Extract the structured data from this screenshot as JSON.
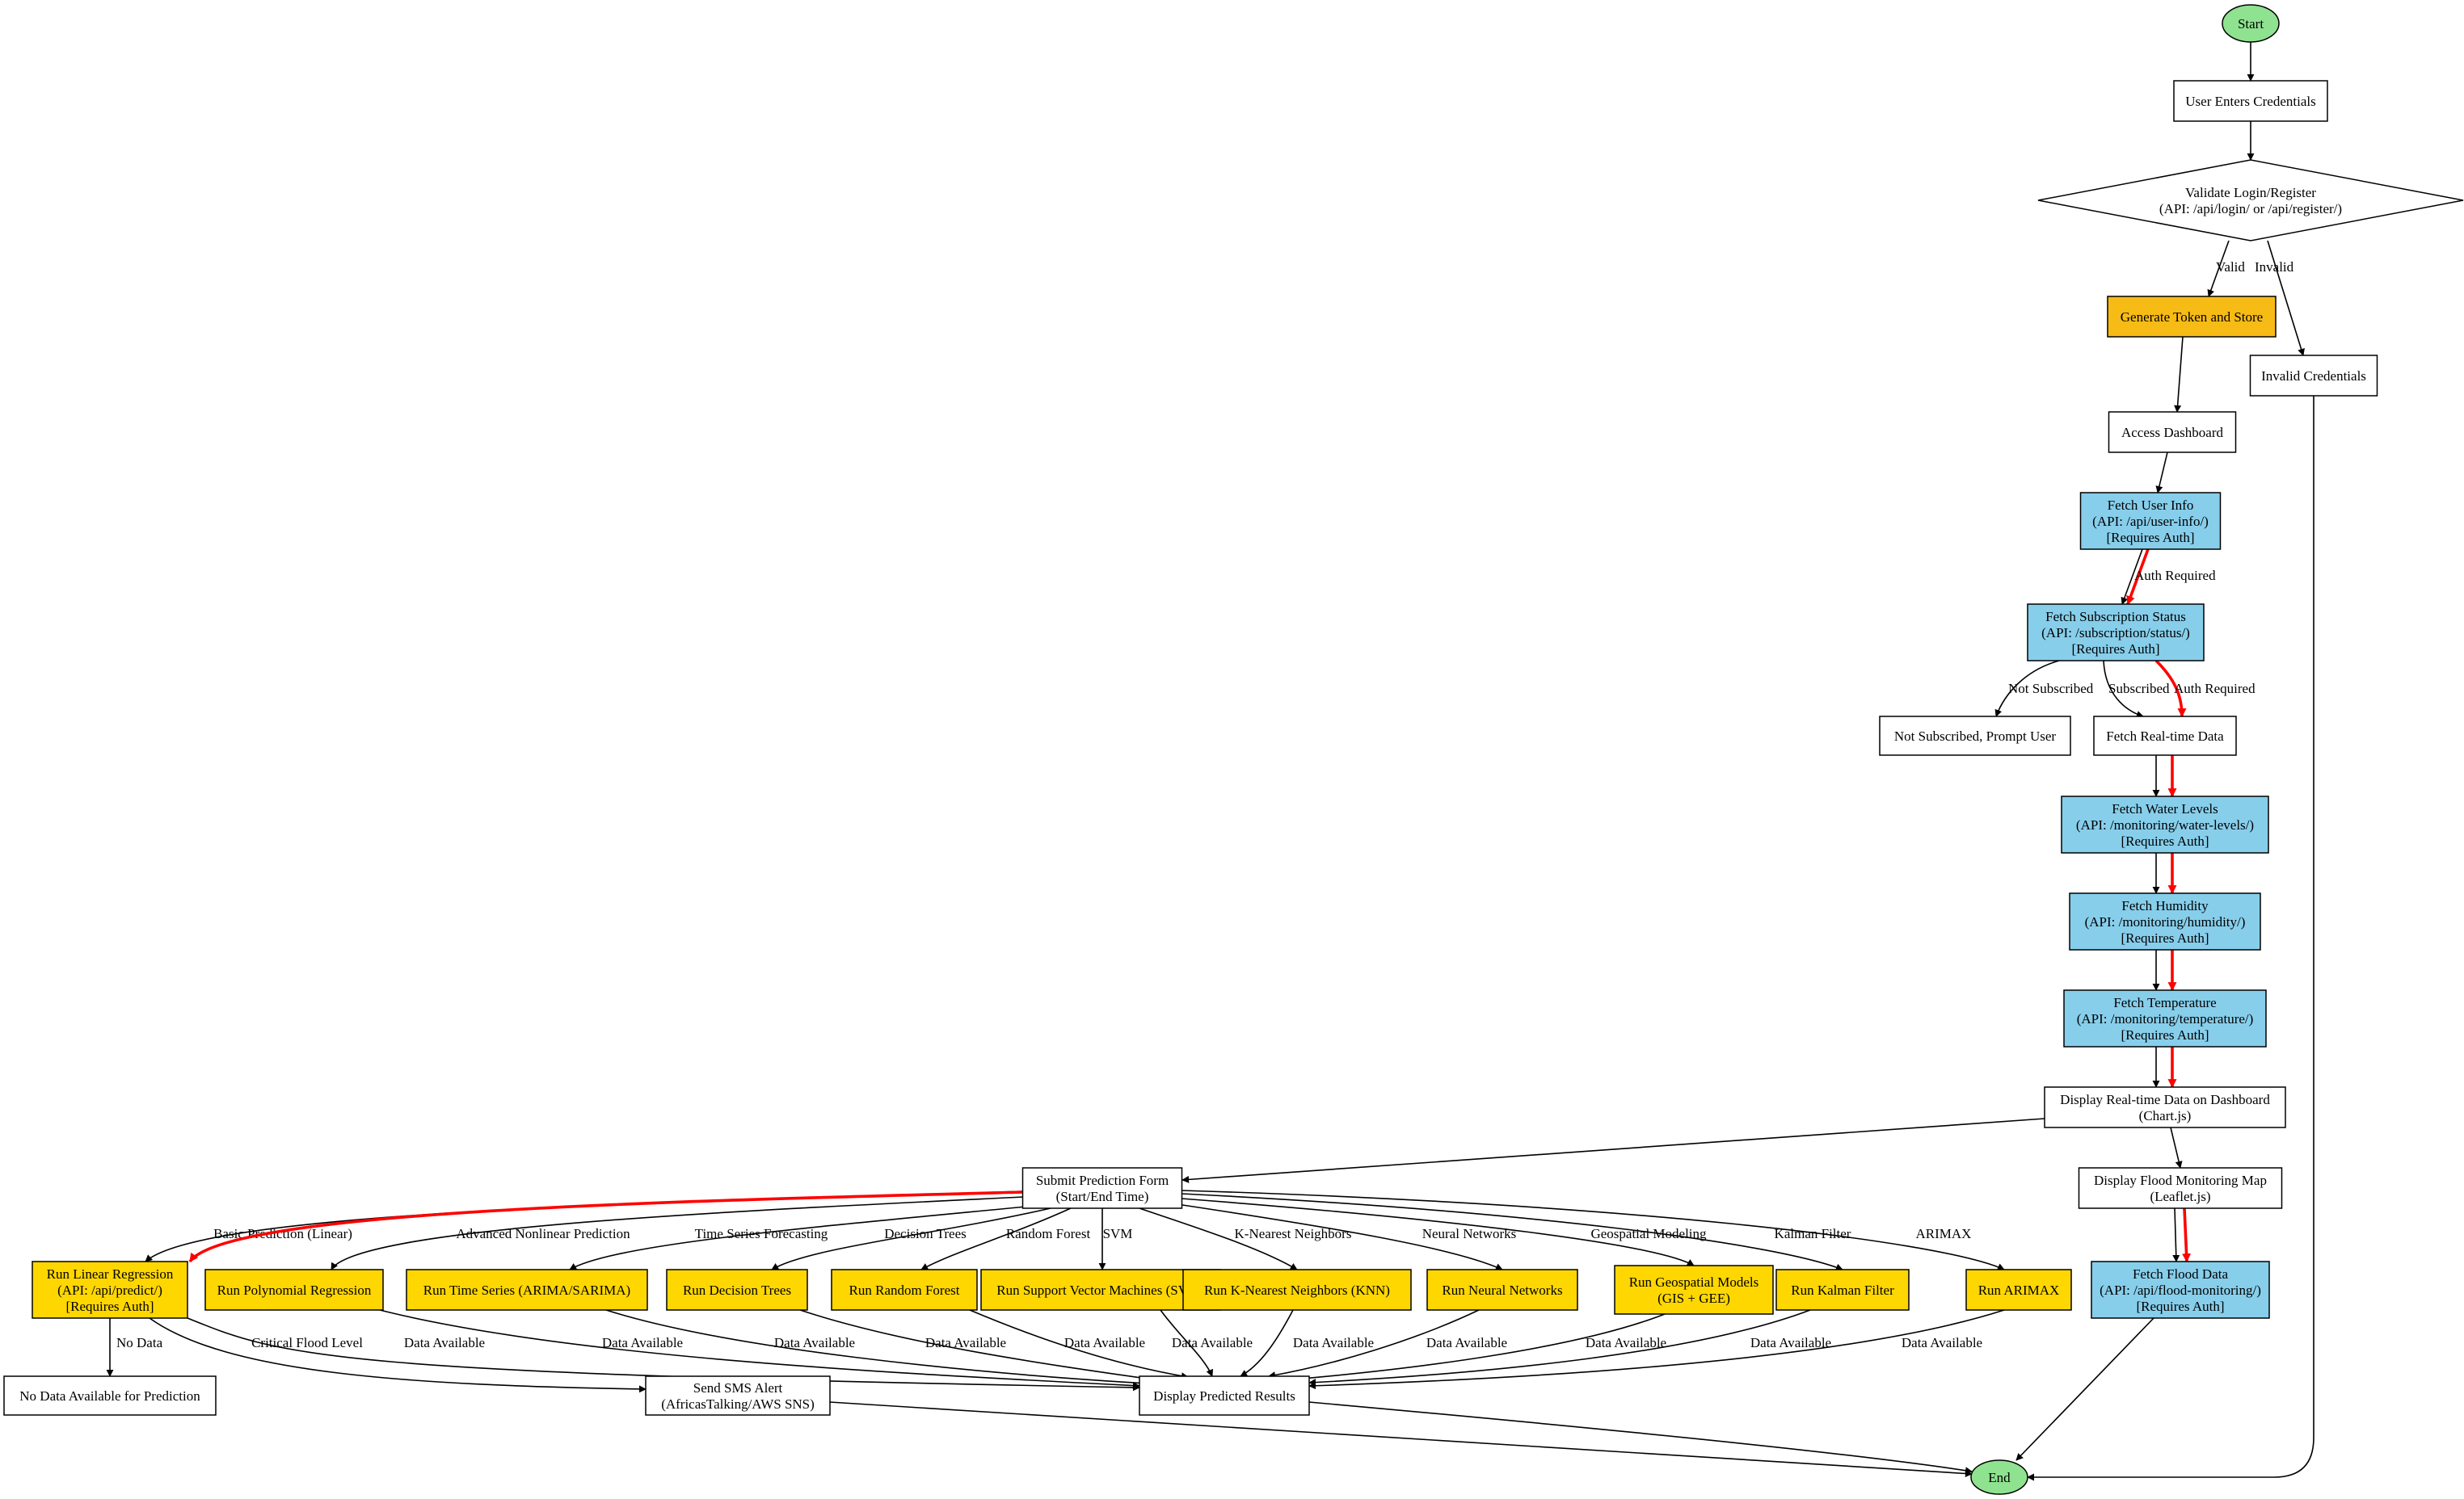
{
  "colors": {
    "white": "#ffffff",
    "green": "#8fe28f",
    "orange": "#f7bb15",
    "blue": "#87ceeb",
    "yellow": "#ffd700",
    "red": "#ff0000",
    "black": "#000000"
  },
  "nodes": {
    "start": {
      "text": [
        "Start"
      ]
    },
    "credentials": {
      "text": [
        "User Enters Credentials"
      ]
    },
    "validate": {
      "text": [
        "Validate Login/Register",
        "(API: /api/login/ or /api/register/)"
      ]
    },
    "token": {
      "text": [
        "Generate Token and Store"
      ]
    },
    "invalid": {
      "text": [
        "Invalid Credentials"
      ]
    },
    "dashboard": {
      "text": [
        "Access Dashboard"
      ]
    },
    "userinfo": {
      "text": [
        "Fetch User Info",
        "(API: /api/user-info/)",
        "[Requires Auth]"
      ]
    },
    "subscription": {
      "text": [
        "Fetch Subscription Status",
        "(API: /subscription/status/)",
        "[Requires Auth]"
      ]
    },
    "notsub": {
      "text": [
        "Not Subscribed, Prompt User"
      ]
    },
    "realtime": {
      "text": [
        "Fetch Real-time Data"
      ]
    },
    "water": {
      "text": [
        "Fetch Water Levels",
        "(API: /monitoring/water-levels/)",
        "[Requires Auth]"
      ]
    },
    "humidity": {
      "text": [
        "Fetch Humidity",
        "(API: /monitoring/humidity/)",
        "[Requires Auth]"
      ]
    },
    "temperature": {
      "text": [
        "Fetch Temperature",
        "(API: /monitoring/temperature/)",
        "[Requires Auth]"
      ]
    },
    "displayrt": {
      "text": [
        "Display Real-time Data on Dashboard",
        "(Chart.js)"
      ]
    },
    "floodmap": {
      "text": [
        "Display Flood Monitoring Map",
        "(Leaflet.js)"
      ]
    },
    "flooddata": {
      "text": [
        "Fetch Flood Data",
        "(API: /api/flood-monitoring/)",
        "[Requires Auth]"
      ]
    },
    "submit": {
      "text": [
        "Submit Prediction Form",
        "(Start/End Time)"
      ]
    },
    "linear": {
      "text": [
        "Run Linear Regression",
        "(API: /api/predict/)",
        "[Requires Auth]"
      ]
    },
    "poly": {
      "text": [
        "Run Polynomial Regression"
      ]
    },
    "timeseries": {
      "text": [
        "Run Time Series (ARIMA/SARIMA)"
      ]
    },
    "dtree": {
      "text": [
        "Run Decision Trees"
      ]
    },
    "rforest": {
      "text": [
        "Run Random Forest"
      ]
    },
    "svm": {
      "text": [
        "Run Support Vector Machines (SVM)"
      ]
    },
    "knn": {
      "text": [
        "Run K-Nearest Neighbors (KNN)"
      ]
    },
    "neural": {
      "text": [
        "Run Neural Networks"
      ]
    },
    "geo": {
      "text": [
        "Run Geospatial Models",
        "(GIS + GEE)"
      ]
    },
    "kalman": {
      "text": [
        "Run Kalman Filter"
      ]
    },
    "arimax": {
      "text": [
        "Run ARIMAX"
      ]
    },
    "nodata": {
      "text": [
        "No Data Available for Prediction"
      ]
    },
    "sms": {
      "text": [
        "Send SMS Alert",
        "(AfricasTalking/AWS SNS)"
      ]
    },
    "results": {
      "text": [
        "Display Predicted Results"
      ]
    },
    "end": {
      "text": [
        "End"
      ]
    }
  },
  "edge_labels": {
    "valid": "Valid",
    "invalid": "Invalid",
    "auth_required_1": "Auth Required",
    "not_subscribed": "Not Subscribed",
    "subscribed": "Subscribed",
    "auth_required_2": "Auth Required",
    "basic_prediction": "Basic Prediction (Linear)",
    "advanced_nonlinear": "Advanced Nonlinear Prediction",
    "time_series": "Time Series Forecasting",
    "decision_trees": "Decision Trees",
    "random_forest": "Random Forest",
    "svm": "SVM",
    "knn": "K-Nearest Neighbors",
    "neural": "Neural Networks",
    "geospatial": "Geospatial Modeling",
    "kalman": "Kalman Filter",
    "arimax": "ARIMAX",
    "no_data": "No Data",
    "critical_flood": "Critical Flood Level",
    "data_available": "Data Available"
  }
}
